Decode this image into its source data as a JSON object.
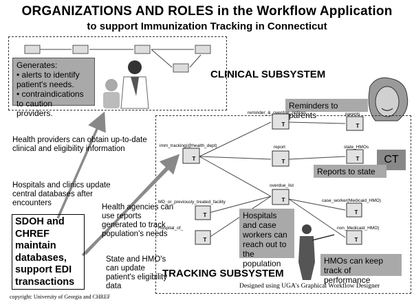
{
  "title": "ORGANIZATIONS AND ROLES in the Workflow Application",
  "subtitle": "to support Immunization Tracking in Connecticut",
  "clinical": {
    "label": "CLINICAL SUBSYSTEM",
    "generates_title": "Generates:",
    "generates_items": [
      "• alerts to identify patient's needs.",
      "• contraindications to caution providers."
    ],
    "node_labels": [
      "",
      "",
      "",
      "",
      ""
    ]
  },
  "tracking": {
    "label": "TRACKING SUBSYSTEM",
    "designer_note": "Designed using UGA's Graphical Workflow Designer",
    "nodes": {
      "reminder": "reminder_&_overdue_notices",
      "parents": "parents",
      "imm": "imm_tracking(@health_dept)",
      "report": "report",
      "state_hmos": "state_HMOs",
      "overdue": "overdue_list",
      "md": "MD_or_previously_treated_facility",
      "case_worker": "case_worker(Medicaid_HMO)",
      "hospital": "Hospital_of_",
      "non_medicaid": "non_Medicaid_HMO)"
    },
    "task_glyph": "T"
  },
  "callouts": {
    "reminders": "Reminders to parents",
    "reports": "Reports to state",
    "ct": "CT",
    "hospitals": "Hospitals and case workers can reach out to the population",
    "hmos": "HMOs can keep track of performance"
  },
  "notes": {
    "health_providers": "Health providers can obtain up-to-date clinical and eligibility information",
    "hospitals_clinics": "Hospitals and clinics update central databases after encounters",
    "health_agencies": "Health agencies can use reports generated to track population's needs",
    "state_hmo": "State and HMO's can update patient's eligibility data"
  },
  "sdoh": "SDOH and CHREF maintain databases, support EDI transactions",
  "copyright": "copyright: University of Georgia and CHREF"
}
